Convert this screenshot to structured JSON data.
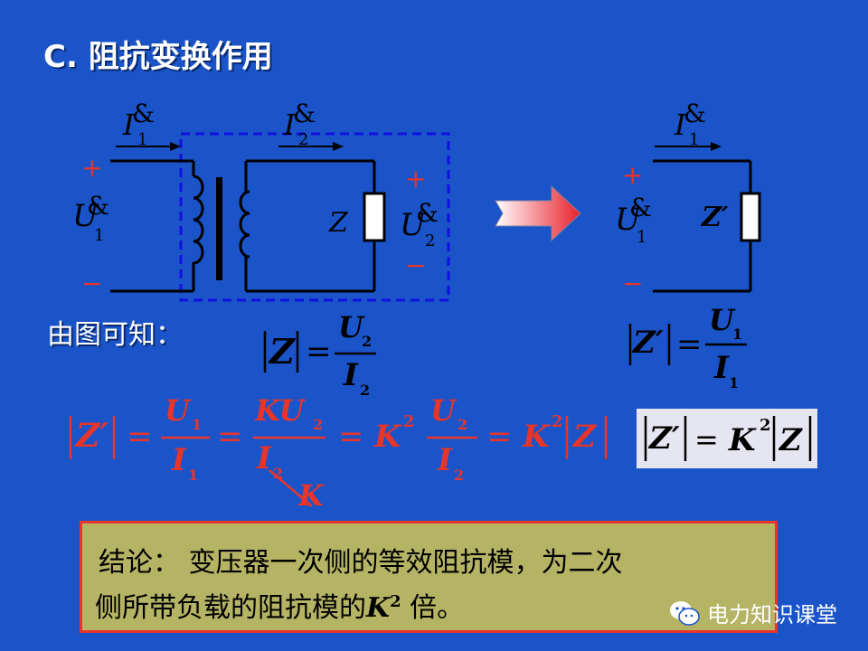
{
  "title": "C. 阻抗变换作用",
  "known_label": "由图可知：",
  "labels": {
    "i1": "I",
    "i1_sub": "1",
    "i2": "I",
    "i2_sub": "2",
    "dot": "&",
    "plus": "+",
    "minus": "−",
    "u1": "U",
    "u1_sub": "1",
    "u2": "U",
    "u2_sub": "2",
    "z": "Z",
    "zprime": "Z′"
  },
  "formulas": {
    "z_abs": "Z",
    "u2": "U",
    "u2_sub": "2",
    "i2": "I",
    "i2_sub": "2",
    "zp_abs": "Z′",
    "u1": "U",
    "u1_sub": "1",
    "i1": "I",
    "i1_sub": "1",
    "eq": "=",
    "k": "K",
    "ku2": "KU",
    "k2": "K",
    "sq": "2"
  },
  "conclusion": {
    "line1_head": "结论：",
    "line1_body": "变压器一次侧的等效阻抗模，为二次",
    "line2_body": "侧所带负载的阻抗模的",
    "line2_k": "K",
    "line2_sup": "2",
    "line2_tail": "倍。"
  },
  "watermark": {
    "text": "电力知识课堂",
    "icon": "wechat-icon"
  },
  "colors": {
    "background": "#1a54c8",
    "red_formula": "#e8352a",
    "dashed_box": "#1010e0",
    "conclusion_bg": "#b5b364",
    "conclusion_border": "#e8352a",
    "wire": "#000000"
  }
}
